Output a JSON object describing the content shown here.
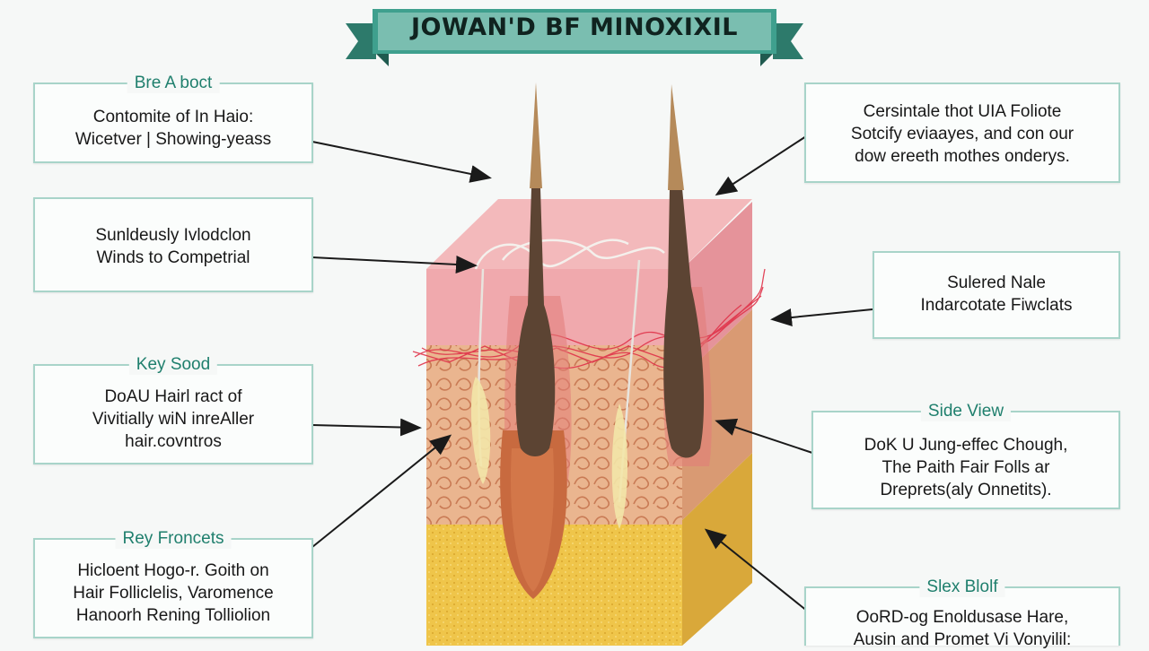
{
  "banner": {
    "title": "JOWAN'D BF MINOXIXIL"
  },
  "callouts": {
    "left1": {
      "label": "Bre A boct",
      "lines": [
        "Contomite of In Haio:",
        "Wicetver | Showing-yeass"
      ]
    },
    "left2": {
      "label": "",
      "lines": [
        "Sunldeusly Ivlodclon",
        "Winds to Competrial"
      ]
    },
    "left3": {
      "label": "Key Sood",
      "lines": [
        "DoAU Hairl ract of",
        "Vivitially wiN inreAller",
        "hair.covntros"
      ]
    },
    "left4": {
      "label": "Rey Froncets",
      "lines": [
        "Hicloent Hogo-r. Goith on",
        "Hair Folliclelis, Varomence",
        "Hanoorh Rening Tolliolion"
      ]
    },
    "right1": {
      "label": "",
      "lines": [
        "Cersintale thot UIA Foliote",
        "Sotcify eviaayes, and con our",
        "dow ereeth mothes onderys."
      ]
    },
    "right2": {
      "label": "",
      "lines": [
        "Sulered Nale",
        "Indarcotate Fiwclats"
      ]
    },
    "right3": {
      "label": "Side View",
      "lines": [
        "DoK U Jung-effec Chough,",
        "The Paith Fair Folls ar",
        "Dreprets(aly Onnetits)."
      ]
    },
    "right4": {
      "label": "Slex Blolf",
      "lines": [
        "OoRD-og Enoldusase Hare,",
        "Ausin and Promet Vi Vonyilil:"
      ]
    }
  },
  "colors": {
    "banner": "#3fa08e",
    "banner_dark": "#2d7a6b",
    "callout_border": "#a8d4c9",
    "label_text": "#1f7f6d",
    "epidermis": "#f0a9ad",
    "dermis": "#e9b08a",
    "fat": "#efc54a",
    "hair_shaft": "#5c4433",
    "follicle_bulb": "#c86a3f"
  },
  "icons": [
    "arrow-icon"
  ]
}
